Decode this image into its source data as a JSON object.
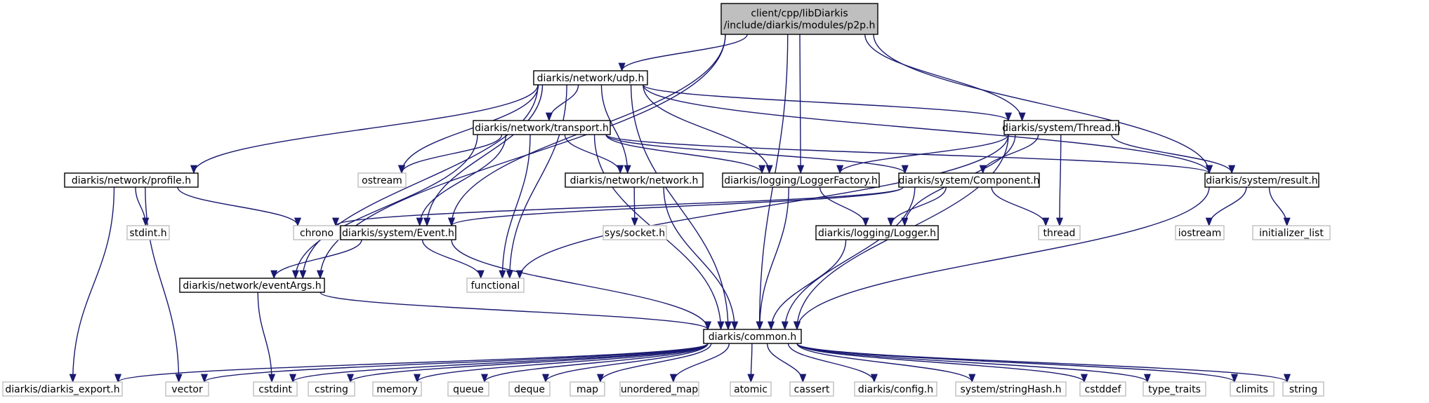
{
  "graph": {
    "edge_color": "#191970",
    "root_fill": "#bfbfbf",
    "system_border": "#bfbfbf",
    "nodes": [
      {
        "id": "p2p",
        "lines": [
          "client/cpp/libDiarkis",
          "/include/diarkis/modules/p2p.h"
        ],
        "kind": "root"
      },
      {
        "id": "udp",
        "lines": [
          "diarkis/network/udp.h"
        ],
        "kind": "header"
      },
      {
        "id": "transport",
        "lines": [
          "diarkis/network/transport.h"
        ],
        "kind": "header"
      },
      {
        "id": "thread_h",
        "lines": [
          "diarkis/system/Thread.h"
        ],
        "kind": "header"
      },
      {
        "id": "profile",
        "lines": [
          "diarkis/network/profile.h"
        ],
        "kind": "header"
      },
      {
        "id": "ostream",
        "lines": [
          "ostream"
        ],
        "kind": "system"
      },
      {
        "id": "network",
        "lines": [
          "diarkis/network/network.h"
        ],
        "kind": "header"
      },
      {
        "id": "loggerfactory",
        "lines": [
          "diarkis/logging/LoggerFactory.h"
        ],
        "kind": "header"
      },
      {
        "id": "component",
        "lines": [
          "diarkis/system/Component.h"
        ],
        "kind": "header"
      },
      {
        "id": "result",
        "lines": [
          "diarkis/system/result.h"
        ],
        "kind": "header"
      },
      {
        "id": "stdint",
        "lines": [
          "stdint.h"
        ],
        "kind": "system"
      },
      {
        "id": "chrono",
        "lines": [
          "chrono"
        ],
        "kind": "system"
      },
      {
        "id": "event",
        "lines": [
          "diarkis/system/Event.h"
        ],
        "kind": "header"
      },
      {
        "id": "socket",
        "lines": [
          "sys/socket.h"
        ],
        "kind": "system"
      },
      {
        "id": "logger",
        "lines": [
          "diarkis/logging/Logger.h"
        ],
        "kind": "header"
      },
      {
        "id": "thread",
        "lines": [
          "thread"
        ],
        "kind": "system"
      },
      {
        "id": "iostream",
        "lines": [
          "iostream"
        ],
        "kind": "system"
      },
      {
        "id": "initializer_list",
        "lines": [
          "initializer_list"
        ],
        "kind": "system"
      },
      {
        "id": "eventargs",
        "lines": [
          "diarkis/network/eventArgs.h"
        ],
        "kind": "header"
      },
      {
        "id": "functional",
        "lines": [
          "functional"
        ],
        "kind": "system"
      },
      {
        "id": "common",
        "lines": [
          "diarkis/common.h"
        ],
        "kind": "header"
      },
      {
        "id": "export",
        "lines": [
          "diarkis/diarkis_export.h"
        ],
        "kind": "system"
      },
      {
        "id": "vector",
        "lines": [
          "vector"
        ],
        "kind": "system"
      },
      {
        "id": "cstdint",
        "lines": [
          "cstdint"
        ],
        "kind": "system"
      },
      {
        "id": "cstring",
        "lines": [
          "cstring"
        ],
        "kind": "system"
      },
      {
        "id": "memory",
        "lines": [
          "memory"
        ],
        "kind": "system"
      },
      {
        "id": "queue",
        "lines": [
          "queue"
        ],
        "kind": "system"
      },
      {
        "id": "deque",
        "lines": [
          "deque"
        ],
        "kind": "system"
      },
      {
        "id": "map",
        "lines": [
          "map"
        ],
        "kind": "system"
      },
      {
        "id": "unordered_map",
        "lines": [
          "unordered_map"
        ],
        "kind": "system"
      },
      {
        "id": "atomic",
        "lines": [
          "atomic"
        ],
        "kind": "system"
      },
      {
        "id": "cassert",
        "lines": [
          "cassert"
        ],
        "kind": "system"
      },
      {
        "id": "config",
        "lines": [
          "diarkis/config.h"
        ],
        "kind": "system"
      },
      {
        "id": "stringhash",
        "lines": [
          "system/stringHash.h"
        ],
        "kind": "system"
      },
      {
        "id": "cstddef",
        "lines": [
          "cstddef"
        ],
        "kind": "system"
      },
      {
        "id": "type_traits",
        "lines": [
          "type_traits"
        ],
        "kind": "system"
      },
      {
        "id": "climits",
        "lines": [
          "climits"
        ],
        "kind": "system"
      },
      {
        "id": "string",
        "lines": [
          "string"
        ],
        "kind": "system"
      }
    ],
    "edges": [
      [
        "p2p",
        "udp"
      ],
      [
        "p2p",
        "loggerfactory"
      ],
      [
        "p2p",
        "thread_h"
      ],
      [
        "p2p",
        "result"
      ],
      [
        "p2p",
        "event"
      ],
      [
        "p2p",
        "eventargs"
      ],
      [
        "p2p",
        "common"
      ],
      [
        "udp",
        "transport"
      ],
      [
        "udp",
        "thread_h"
      ],
      [
        "udp",
        "profile"
      ],
      [
        "udp",
        "ostream"
      ],
      [
        "udp",
        "network"
      ],
      [
        "udp",
        "loggerfactory"
      ],
      [
        "udp",
        "result"
      ],
      [
        "udp",
        "event"
      ],
      [
        "udp",
        "eventargs"
      ],
      [
        "udp",
        "functional"
      ],
      [
        "udp",
        "common"
      ],
      [
        "transport",
        "ostream"
      ],
      [
        "transport",
        "network"
      ],
      [
        "transport",
        "loggerfactory"
      ],
      [
        "transport",
        "component"
      ],
      [
        "transport",
        "result"
      ],
      [
        "transport",
        "event"
      ],
      [
        "transport",
        "eventargs"
      ],
      [
        "transport",
        "functional"
      ],
      [
        "transport",
        "common"
      ],
      [
        "thread_h",
        "loggerfactory"
      ],
      [
        "thread_h",
        "component"
      ],
      [
        "thread_h",
        "result"
      ],
      [
        "thread_h",
        "logger"
      ],
      [
        "thread_h",
        "thread"
      ],
      [
        "thread_h",
        "functional"
      ],
      [
        "thread_h",
        "common"
      ],
      [
        "profile",
        "stdint"
      ],
      [
        "profile",
        "chrono"
      ],
      [
        "profile",
        "export"
      ],
      [
        "profile",
        "vector"
      ],
      [
        "network",
        "socket"
      ],
      [
        "network",
        "common"
      ],
      [
        "loggerfactory",
        "logger"
      ],
      [
        "loggerfactory",
        "common"
      ],
      [
        "component",
        "chrono"
      ],
      [
        "component",
        "event"
      ],
      [
        "component",
        "logger"
      ],
      [
        "component",
        "thread"
      ],
      [
        "component",
        "common"
      ],
      [
        "result",
        "iostream"
      ],
      [
        "result",
        "initializer_list"
      ],
      [
        "result",
        "common"
      ],
      [
        "event",
        "eventargs"
      ],
      [
        "event",
        "functional"
      ],
      [
        "event",
        "common"
      ],
      [
        "logger",
        "common"
      ],
      [
        "eventargs",
        "cstdint"
      ],
      [
        "eventargs",
        "common"
      ],
      [
        "common",
        "export"
      ],
      [
        "common",
        "vector"
      ],
      [
        "common",
        "cstdint"
      ],
      [
        "common",
        "cstring"
      ],
      [
        "common",
        "memory"
      ],
      [
        "common",
        "queue"
      ],
      [
        "common",
        "deque"
      ],
      [
        "common",
        "map"
      ],
      [
        "common",
        "unordered_map"
      ],
      [
        "common",
        "atomic"
      ],
      [
        "common",
        "cassert"
      ],
      [
        "common",
        "config"
      ],
      [
        "common",
        "stringhash"
      ],
      [
        "common",
        "cstddef"
      ],
      [
        "common",
        "type_traits"
      ],
      [
        "common",
        "climits"
      ],
      [
        "common",
        "string"
      ]
    ]
  }
}
